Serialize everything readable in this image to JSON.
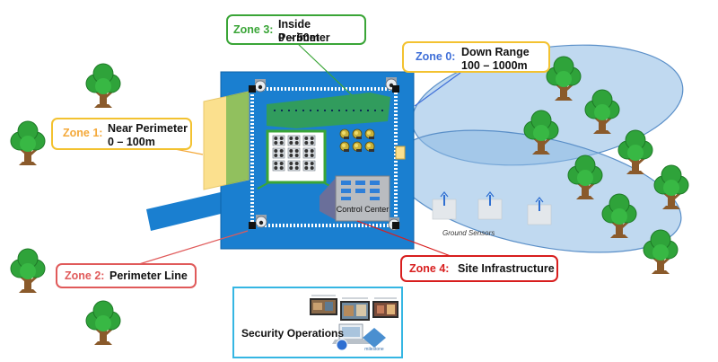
{
  "zones": {
    "zone3": {
      "label": "Zone 3:",
      "title": "Inside Perimeter",
      "range": "0 – 50m",
      "color": "#3aa537"
    },
    "zone0": {
      "label": "Zone 0:",
      "title": "Down Range",
      "range": "100 – 1000m",
      "color": "#3f6fd8"
    },
    "zone1": {
      "label": "Zone 1:",
      "title": "Near Perimeter",
      "range": "0 – 100m",
      "color": "#f4a93a"
    },
    "zone2": {
      "label": "Zone 2:",
      "title": "Perimeter Line",
      "color": "#e05a5a"
    },
    "zone4": {
      "label": "Zone 4:",
      "title": "Site Infrastructure",
      "color": "#d81e1e"
    }
  },
  "site": {
    "control_center": "Control Center",
    "ground_sensors": "Ground Sensors"
  },
  "security_operations": {
    "title": "Security Operations",
    "logo_text": "milestone"
  },
  "colors": {
    "site_blue": "#1a7fd0",
    "field_blue": "#8db9e4",
    "gate_yellow": "#fbe08e",
    "tree_green": "#2fa33a",
    "trunk_brown": "#8a5a2b"
  },
  "icons": [
    "tree-icon",
    "ptz-camera-icon",
    "solar-panel-icon",
    "storage-tank-icon",
    "ground-sensor-icon",
    "video-monitor-icon",
    "milestone-logo-icon"
  ]
}
